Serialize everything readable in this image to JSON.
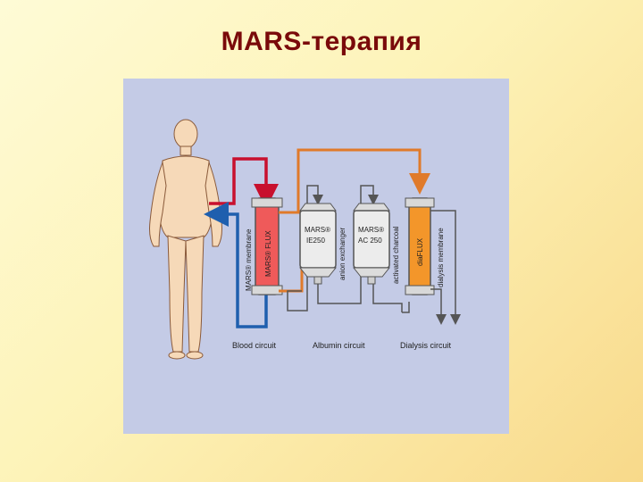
{
  "title": "MARS-терапия",
  "diagram": {
    "mars_flux_column": {
      "name": "MARS® FLUX",
      "membrane_label": "MARS® membrane"
    },
    "anion_exchanger": {
      "name_line1": "MARS®",
      "name_line2": "IE250",
      "side_label": "anion exchanger"
    },
    "activated_charcoal": {
      "name_line1": "MARS®",
      "name_line2": "AC 250",
      "side_label": "activated charcoal"
    },
    "dialysis_column": {
      "name": "diaFLUX",
      "membrane_label": "dialysis membrane"
    },
    "circuits": {
      "blood": "Blood circuit",
      "albumin": "Albumin circuit",
      "dialysis": "Dialysis circuit"
    },
    "colors": {
      "blood_arterial": "#c8102e",
      "blood_venous": "#1f5fae",
      "albumin_tube": "#e07a2a",
      "mars_flux_fill": "#ef5a5a",
      "dialysis_fill": "#f3962a",
      "panel_bg": "#c4cbe6"
    }
  }
}
